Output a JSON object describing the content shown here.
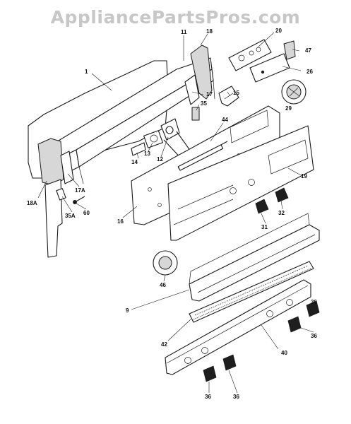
{
  "watermark": "AppliancePartsPros.com",
  "callouts": [
    {
      "text": "1"
    },
    {
      "text": "11"
    },
    {
      "text": "18"
    },
    {
      "text": "20"
    },
    {
      "text": "47"
    },
    {
      "text": "26"
    },
    {
      "text": "17"
    },
    {
      "text": "15"
    },
    {
      "text": "35"
    },
    {
      "text": "29"
    },
    {
      "text": "44"
    },
    {
      "text": "13"
    },
    {
      "text": "12"
    },
    {
      "text": "14"
    },
    {
      "text": "19"
    },
    {
      "text": "17A"
    },
    {
      "text": "18A"
    },
    {
      "text": "35A"
    },
    {
      "text": "60"
    },
    {
      "text": "16"
    },
    {
      "text": "32"
    },
    {
      "text": "31"
    },
    {
      "text": "46"
    },
    {
      "text": "9"
    },
    {
      "text": "36"
    },
    {
      "text": "42"
    },
    {
      "text": "36"
    },
    {
      "text": "40"
    },
    {
      "text": "36"
    },
    {
      "text": "36"
    }
  ]
}
